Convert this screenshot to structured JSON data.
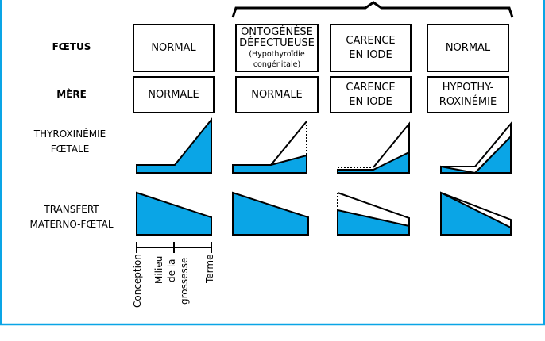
{
  "colors": {
    "fill": "#0aa5e6",
    "frame": "#0aa5e6",
    "stroke": "#000000"
  },
  "rows": {
    "foetus": "FŒTUS",
    "mere": "MÈRE",
    "thyrox_l1": "THYROXINÉMIE",
    "thyrox_l2": "FŒTALE",
    "transfert_l1": "TRANSFERT",
    "transfert_l2": "MATERNO-FŒTAL"
  },
  "columns": [
    {
      "foetus": [
        "NORMAL"
      ],
      "mere": [
        "NORMALE"
      ]
    },
    {
      "foetus": [
        "ONTOGÉNÈSE",
        "DÉFECTUEUSE"
      ],
      "foetus_note": [
        "(Hypothyroïdie",
        "congénitale)"
      ],
      "mere": [
        "NORMALE"
      ]
    },
    {
      "foetus": [
        "CARENCE",
        "EN IODE"
      ],
      "mere": [
        "CARENCE",
        "EN IODE"
      ]
    },
    {
      "foetus": [
        "NORMAL"
      ],
      "mere": [
        "HYPOTHY-",
        "ROXINÉMIE"
      ]
    }
  ],
  "timeline": {
    "conception": "Conception",
    "milieu_l1": "Milieu",
    "milieu_l2": "de la",
    "milieu_l3": "grossesse",
    "terme": "Terme"
  }
}
